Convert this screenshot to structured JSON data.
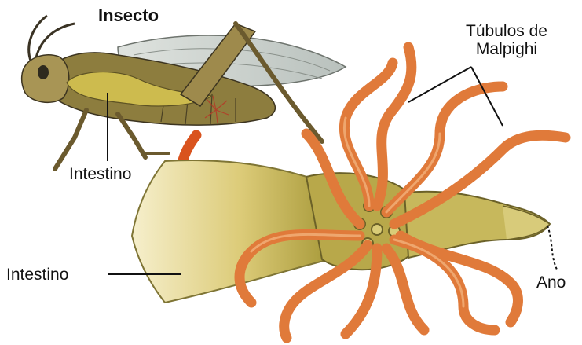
{
  "labels": {
    "insect_title": "Insecto",
    "intestine_top": "Intestino",
    "intestine_left": "Intestino",
    "malpighi_line1": "Túbulos de",
    "malpighi_line2": "Malpighi",
    "anus": "Ano"
  },
  "icons": {
    "insect": "grasshopper-illustration",
    "gut": "digestive-tract-illustration",
    "tubules": "malpighian-tubules",
    "arrow": "curved-zoom-arrow"
  },
  "colors": {
    "gut": "#c9b24a",
    "gut_light": "#efe3a8",
    "tubules": "#e07a3a",
    "arrow": "#d9531e",
    "insect_body": "#8a7a3a",
    "text": "#111111"
  }
}
